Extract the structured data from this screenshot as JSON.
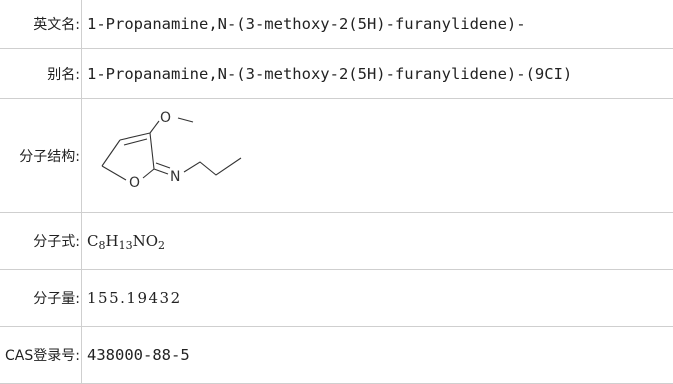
{
  "rows": {
    "english_name": {
      "label": "英文名:",
      "value": "1-Propanamine,N-(3-methoxy-2(5H)-furanylidene)-"
    },
    "alias": {
      "label": "别名:",
      "value": "1-Propanamine,N-(3-methoxy-2(5H)-furanylidene)-(9CI)"
    },
    "structure": {
      "label": "分子结构:",
      "atoms": {
        "o_methoxy": "O",
        "o_ring": "O",
        "n_imine": "N"
      }
    },
    "formula": {
      "label": "分子式:",
      "parts": [
        "C",
        "8",
        "H",
        "13",
        "NO",
        "2"
      ]
    },
    "molecular_weight": {
      "label": "分子量:",
      "value": "155.19432"
    },
    "cas": {
      "label": "CAS登录号:",
      "value": "438000-88-5"
    }
  }
}
